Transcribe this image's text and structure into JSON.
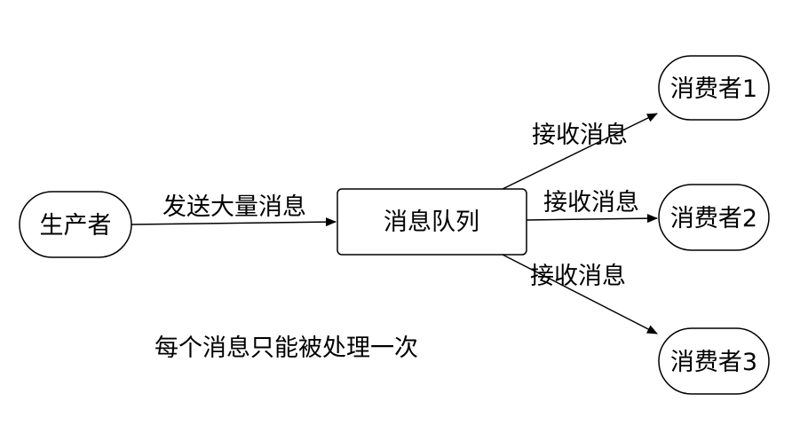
{
  "nodes": {
    "producer": {
      "label": "生产者"
    },
    "queue": {
      "label": "消息队列"
    },
    "consumer1": {
      "label": "消费者1"
    },
    "consumer2": {
      "label": "消费者2"
    },
    "consumer3": {
      "label": "消费者3"
    }
  },
  "edges": {
    "producer_to_queue": {
      "label": "发送大量消息"
    },
    "queue_to_consumer1": {
      "label": "接收消息"
    },
    "queue_to_consumer2": {
      "label": "接收消息"
    },
    "queue_to_consumer3": {
      "label": "接收消息"
    }
  },
  "note": "每个消息只能被处理一次",
  "colors": {
    "stroke": "#000000",
    "fill": "#ffffff",
    "text": "#000000"
  }
}
